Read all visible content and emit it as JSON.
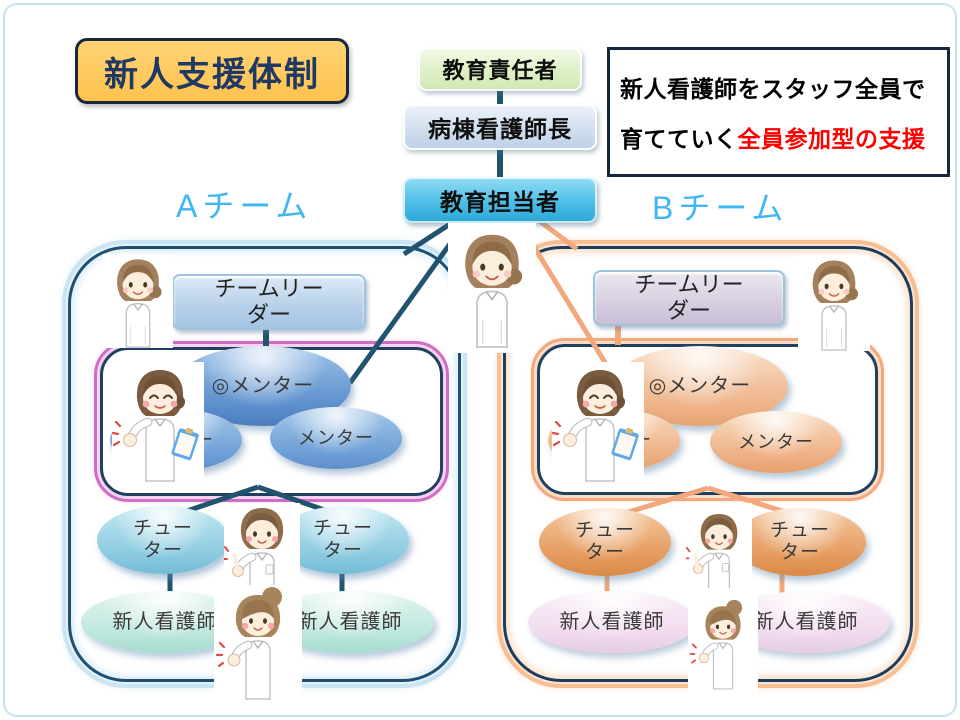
{
  "title": "新人支援体制",
  "hierarchy": [
    "教育責任者",
    "病棟看護師長",
    "教育担当者"
  ],
  "note": {
    "line1": "新人看護師をスタッフ全員で",
    "line2_black": "育てていく",
    "line2_red": "全員参加型の支援"
  },
  "teams": {
    "a": {
      "label": "Aチーム",
      "leader": "チームリーダー",
      "chief_mentor": "◎メンター",
      "mentor": "メンター",
      "tutor": "チューター",
      "newcomer": "新人看護師"
    },
    "b": {
      "label": "Bチーム",
      "leader": "チームリーダー",
      "chief_mentor": "◎メンター",
      "mentor": "メンター",
      "tutor": "チューター",
      "newcomer": "新人看護師"
    }
  },
  "colors": {
    "title_bg": "#FFC85C",
    "title_text": "#1F3864",
    "team_label_blue": "#3EB7F2",
    "team_a_line": "#1D5070",
    "team_a_glow": "#C9E4F2",
    "team_b_line": "#1E3D5C",
    "team_b_glow": "#F6BE93",
    "mentor_box_a_outline": "#CC6EC4",
    "mentor_box_b_outline": "#F2A87E",
    "connector_teal": "#20546E",
    "connector_orange": "#F2A87C",
    "highlight_red": "#FF0000",
    "chain_green": "#DFF0C6",
    "chain_steel": "#D2DFEF",
    "chain_cyan": "#4FBEE6"
  }
}
